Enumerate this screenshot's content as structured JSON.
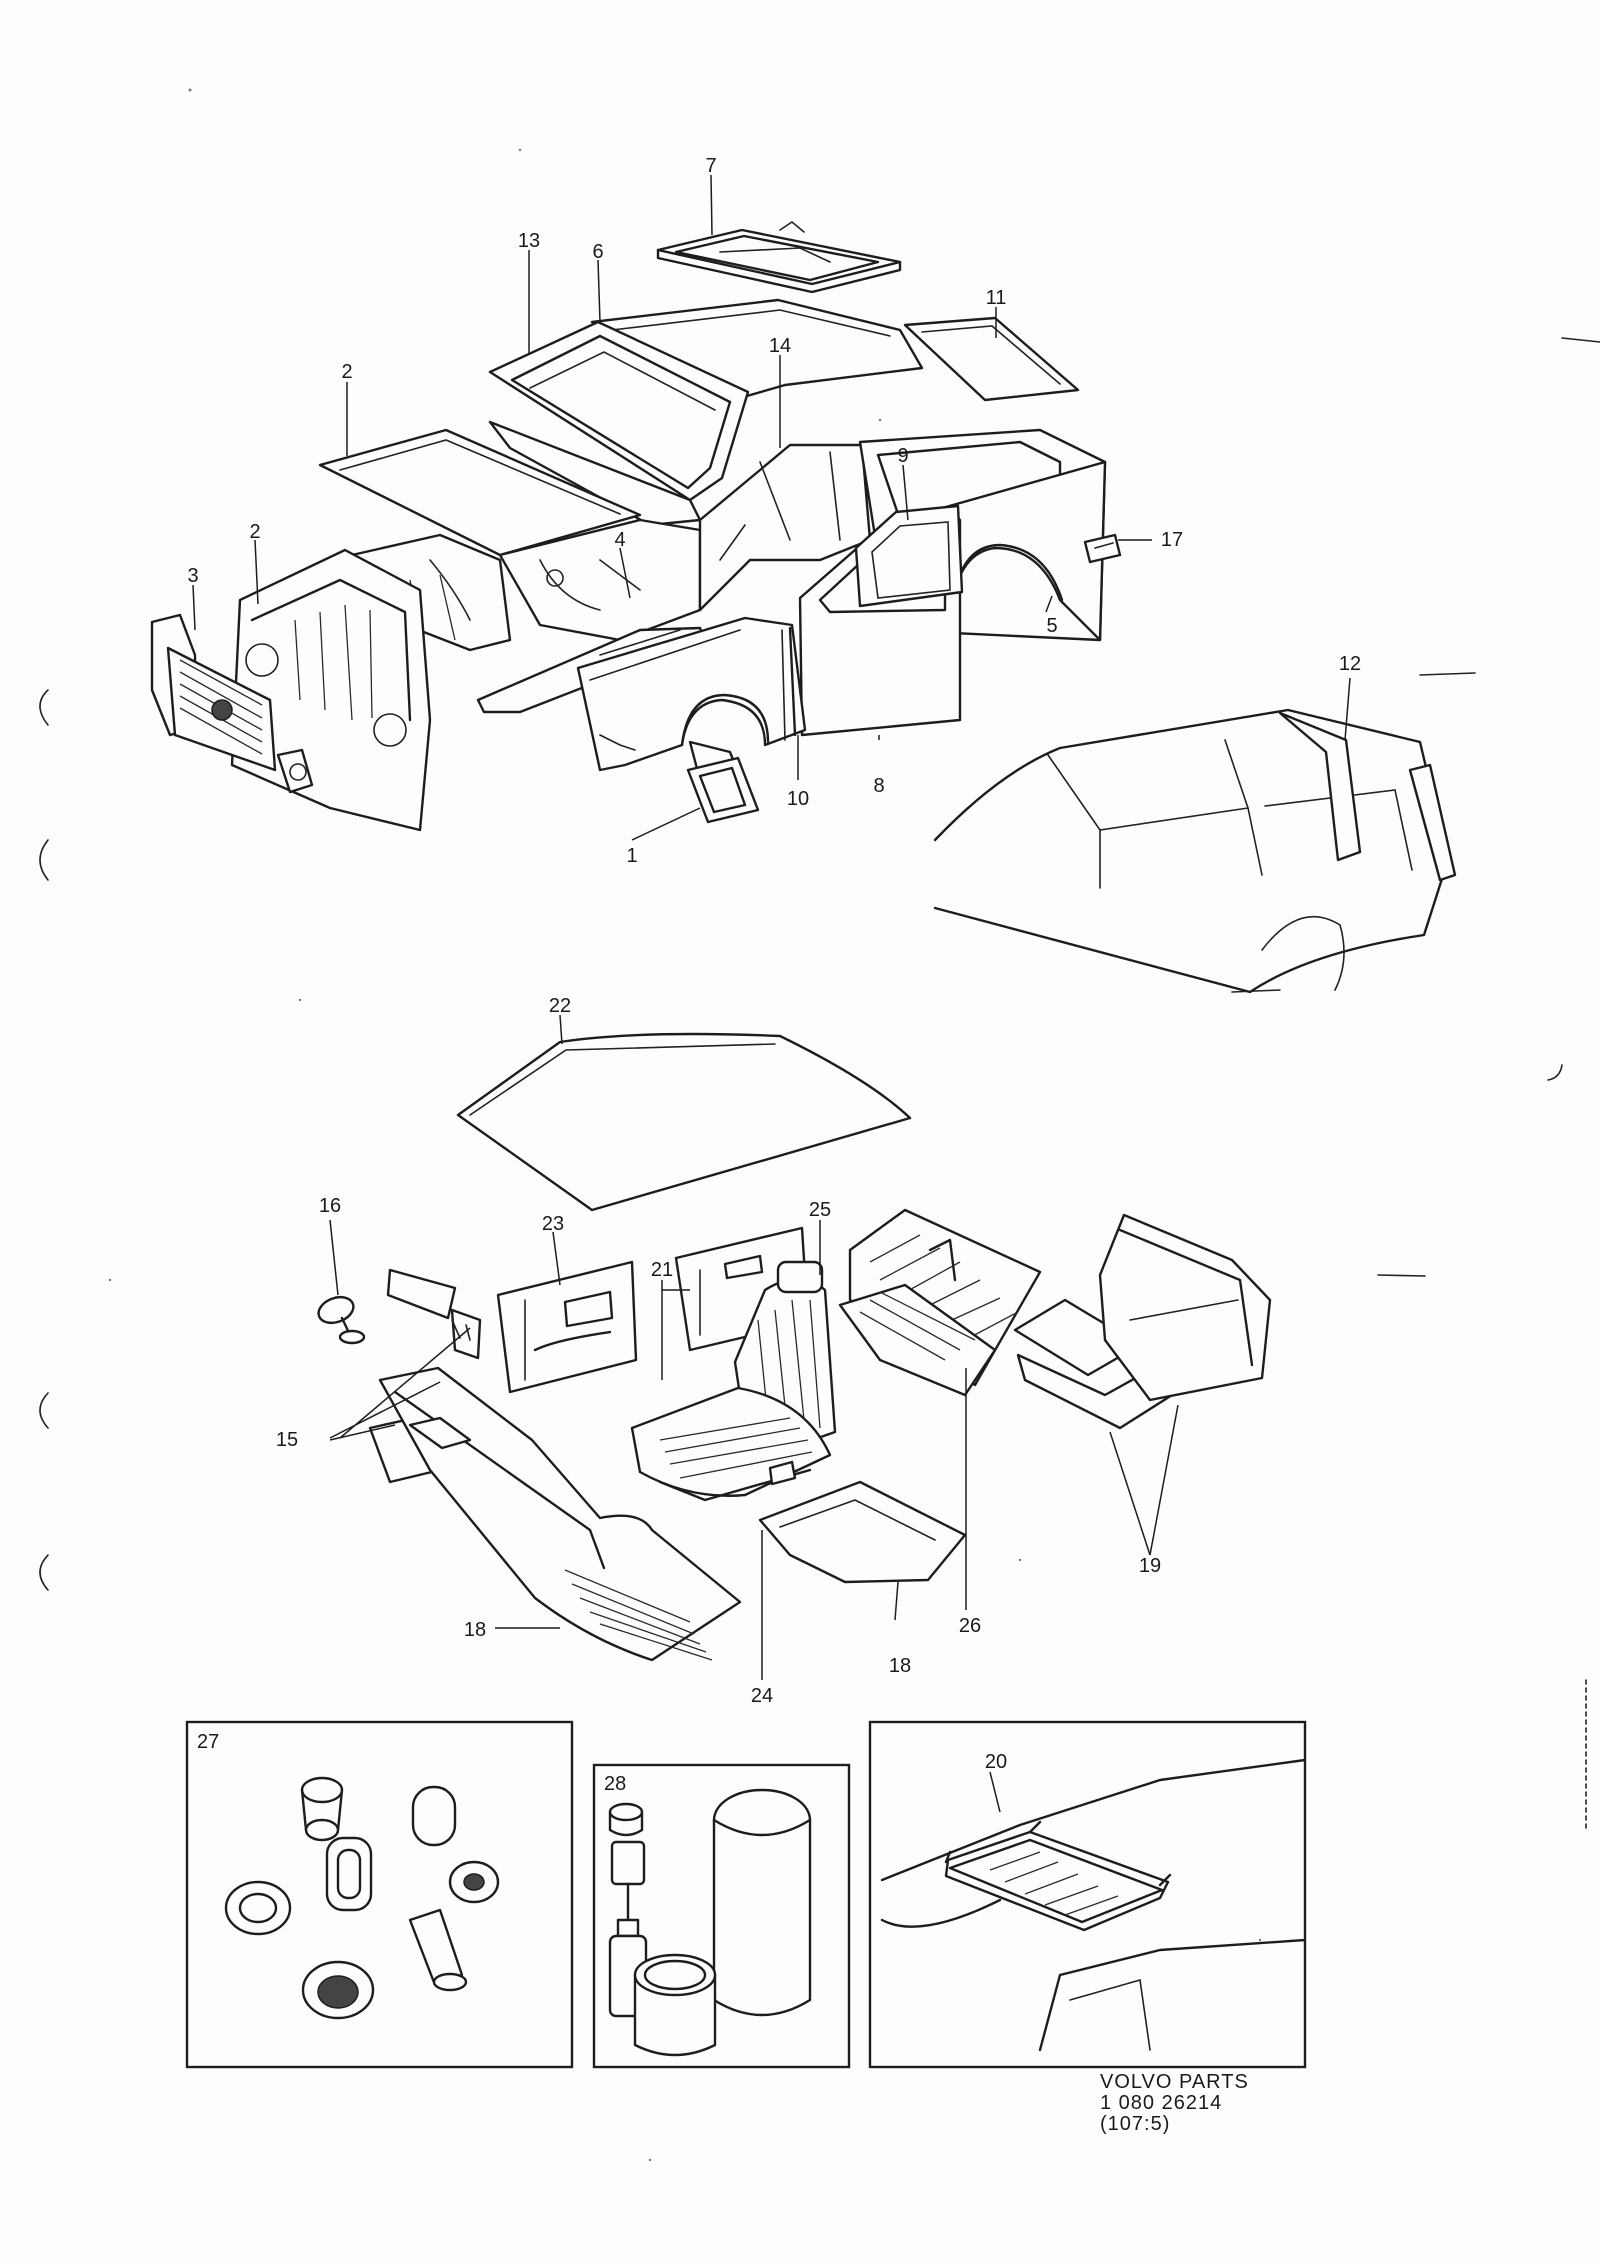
{
  "callouts": {
    "c1": "1",
    "c2a": "2",
    "c2b": "2",
    "c3": "3",
    "c4": "4",
    "c5": "5",
    "c6": "6",
    "c7": "7",
    "c8": "8",
    "c9": "9",
    "c10": "10",
    "c11": "11",
    "c12": "12",
    "c13": "13",
    "c14": "14",
    "c15": "15",
    "c16": "16",
    "c17": "17",
    "c18a": "18",
    "c18b": "18",
    "c19": "19",
    "c20": "20",
    "c21": "21",
    "c22": "22",
    "c23": "23",
    "c24": "24",
    "c25": "25",
    "c26": "26",
    "c27": "27",
    "c28": "28"
  },
  "caption": {
    "brand": "VOLVO PARTS",
    "number": "1 080  26214",
    "ref": "(107:5)"
  }
}
